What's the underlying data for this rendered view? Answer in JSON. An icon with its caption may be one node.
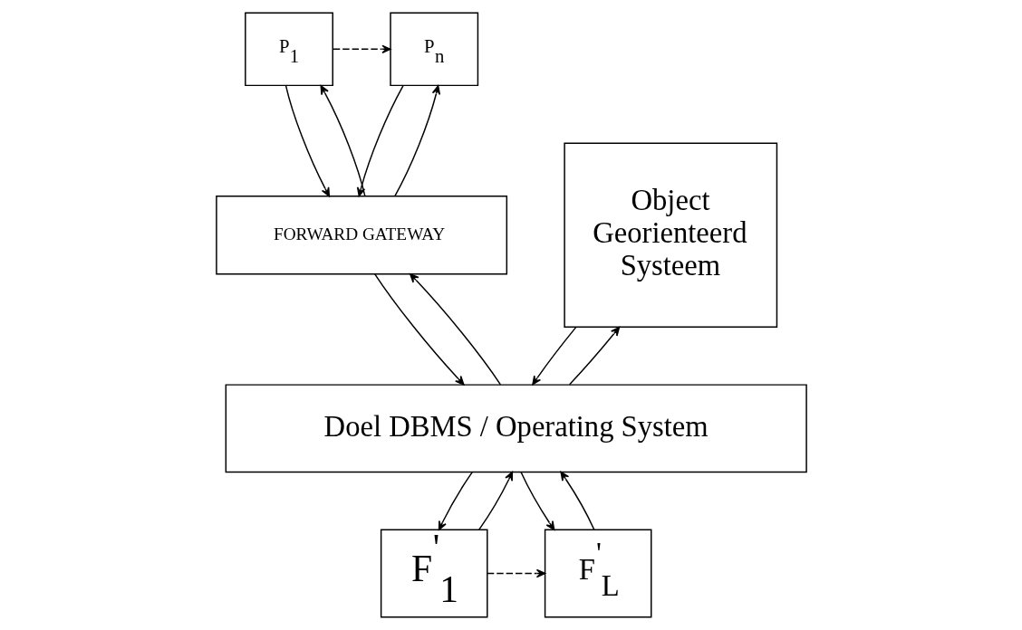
{
  "diagram": {
    "nodes": [
      {
        "text": [
          "P$_{1}$"
        ]
      },
      {
        "text": [
          "P$_{n}$"
        ]
      },
      {
        "text": [
          "Object Georienteerd Systeem"
        ]
      },
      {
        "text": [
          "FORWARD GATEWAY"
        ]
      },
      {
        "text": [
          "Doel DBMS / Operating System"
        ]
      },
      {
        "text": [
          "F$^{'}$$_{1}$"
        ]
      },
      {
        "text": [
          "F$^{'}$$_{L}$"
        ]
      }
    ],
    "edges": [
      {
        "from": 0,
        "to": 1,
        "arrow": "to",
        "style": "dashed"
      },
      {
        "from": 0,
        "to": 3,
        "arrow": "to"
      },
      {
        "from": 3,
        "to": 0,
        "arrow": "to"
      },
      {
        "from": 1,
        "to": 3,
        "arrow": "to"
      },
      {
        "from": 3,
        "to": 1,
        "arrow": "to"
      },
      {
        "from": 4,
        "to": 3,
        "arrow": "to"
      },
      {
        "from": 3,
        "to": 4,
        "arrow": "to"
      },
      {
        "from": 4,
        "to": 2,
        "arrow": "to"
      },
      {
        "from": 2,
        "to": 4,
        "arrow": "to"
      },
      {
        "from": 5,
        "to": 4,
        "arrow": "to"
      },
      {
        "from": 4,
        "to": 5,
        "arrow": "to"
      },
      {
        "from": 6,
        "to": 4,
        "arrow": "to"
      },
      {
        "from": 4,
        "to": 6,
        "arrow": "to"
      },
      {
        "from": 5,
        "to": 6,
        "arrow": "to",
        "style": "dashed"
      }
    ]
  }
}
